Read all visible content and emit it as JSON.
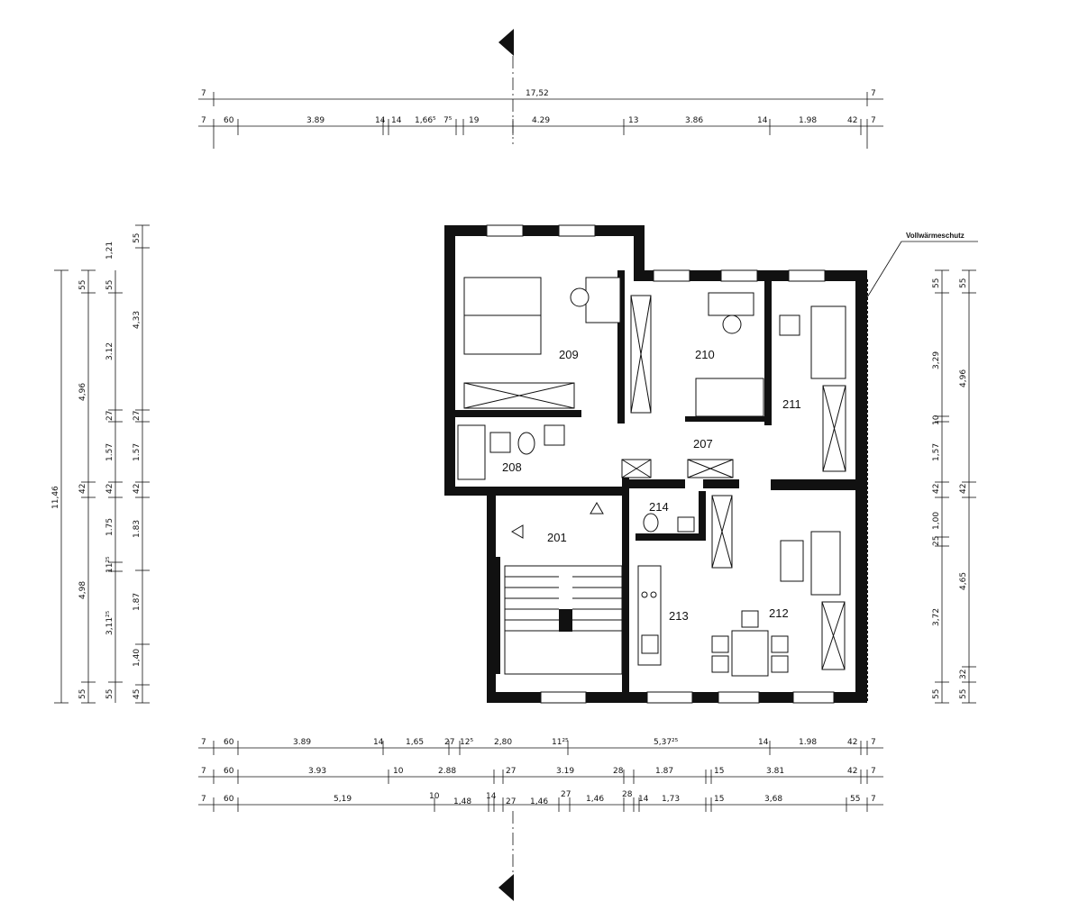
{
  "annotation": "Vollwärmeschutz",
  "rooms": {
    "r209": "209",
    "r210": "210",
    "r211": "211",
    "r207": "207",
    "r208": "208",
    "r214": "214",
    "r201": "201",
    "r213": "213",
    "r212": "212"
  },
  "dims_top_total": {
    "left": "7",
    "total": "17,52",
    "right": "7"
  },
  "dims_top_detail": [
    "7",
    "60",
    "3.89",
    "14",
    "14",
    "1,66⁵",
    "7⁵",
    "19",
    "4.29",
    "13",
    "3.86",
    "14",
    "1.98",
    "42",
    "7"
  ],
  "dims_bottom_1": [
    "7",
    "60",
    "3.89",
    "14",
    "1,65",
    "27",
    "12⁵",
    "2,80",
    "11²⁵",
    "5,37²⁵",
    "14",
    "1.98",
    "42",
    "7"
  ],
  "dims_bottom_2": [
    "7",
    "60",
    "3.93",
    "10",
    "2.88",
    "27",
    "3.19",
    "28",
    "1.87",
    "15",
    "3.81",
    "42",
    "7"
  ],
  "dims_bottom_3": [
    "7",
    "60",
    "5,19",
    "10",
    "1,48",
    "14",
    "27",
    "1,46",
    "27",
    "1,46",
    "28",
    "14",
    "1,73",
    "15",
    "3,68",
    "55",
    "7"
  ],
  "dims_left_outer": [
    "11,46"
  ],
  "dims_left_mid": [
    "55",
    "4,96",
    "42",
    "4,98",
    "55"
  ],
  "dims_left_inner": [
    "55",
    "3.12",
    "27",
    "1.57",
    "42",
    "1.75",
    "11²⁵",
    "3,11²⁵",
    "55"
  ],
  "dims_left_right": [
    "55",
    "1,21",
    "4,33",
    "27",
    "1.57",
    "42",
    "1.83",
    "1.87",
    "1,40",
    "45"
  ],
  "dims_right_inner": [
    "55",
    "3,29",
    "10",
    "1,57",
    "42",
    "1,00",
    "25",
    "3,72",
    "55"
  ],
  "dims_right_outer": [
    "55",
    "4,96",
    "42",
    "4,65",
    "32",
    "55"
  ]
}
